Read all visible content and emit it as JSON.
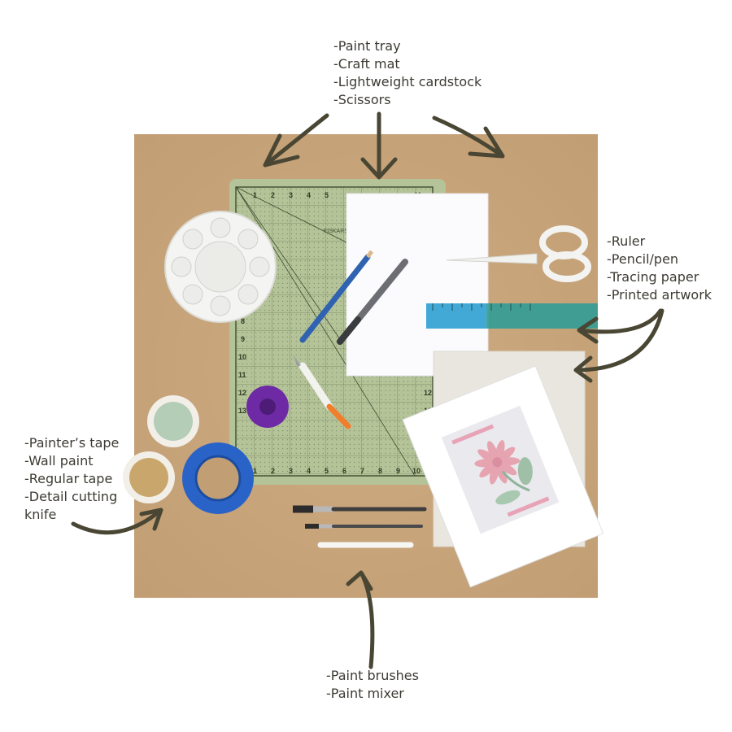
{
  "groups": {
    "top": [
      "-Paint tray",
      "-Craft mat",
      "-Lightweight cardstock",
      "-Scissors"
    ],
    "right": [
      "-Ruler",
      "-Pencil/pen",
      "-Tracing paper",
      "-Printed artwork"
    ],
    "left": [
      "-Painter’s tape",
      "-Wall paint",
      "-Regular tape",
      "-Detail cutting",
      "knife"
    ],
    "bottom": [
      "-Paint brushes",
      "-Paint mixer"
    ]
  },
  "mat": {
    "brand": "FISKARS"
  },
  "colors": {
    "background": "#ffffff",
    "kraft_paper": "#c9a57c",
    "mat": "#b7c59b",
    "arrow": "#4a4634",
    "text": "#3d3a33"
  }
}
